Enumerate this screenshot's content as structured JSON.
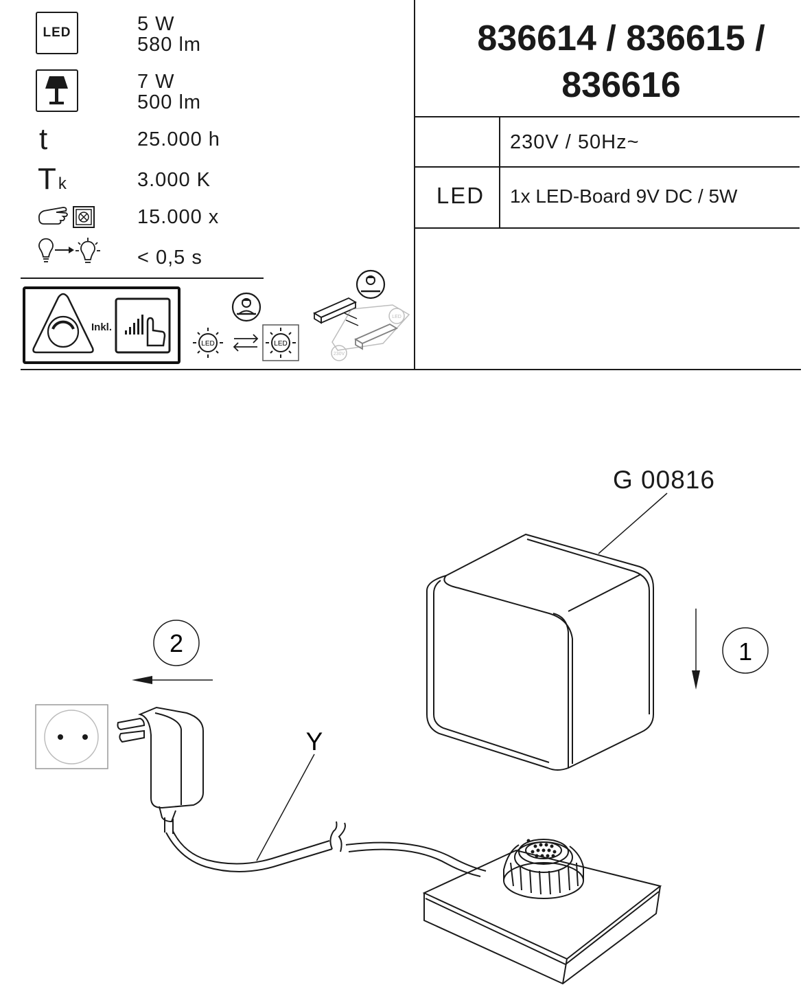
{
  "specs": {
    "led_icon_label": "LED",
    "led_power": "5 W",
    "led_flux": "580 lm",
    "lamp_power": "7 W",
    "lamp_flux": "500 lm",
    "life_symbol": "t",
    "life_value": "25.000 h",
    "colortemp_symbol": "T",
    "colortemp_sub": "k",
    "colortemp_value": "3.000 K",
    "cycles_value": "15.000 x",
    "startup_value": "< 0,5 s",
    "inkl_label": "Inkl.",
    "led_small_label": "LED",
    "badge_led": "LED",
    "badge_230v": "230V"
  },
  "header": {
    "title_line1": "836614 / 836615 /",
    "title_line2": "836616"
  },
  "table": {
    "row1_label": "",
    "row1_value": "230V / 50Hz~",
    "row2_label": "LED",
    "row2_value": "1x LED-Board 9V DC / 5W"
  },
  "drawing": {
    "part_code": "G 00816",
    "step1": "1",
    "step2": "2",
    "cable_label": "Y"
  }
}
